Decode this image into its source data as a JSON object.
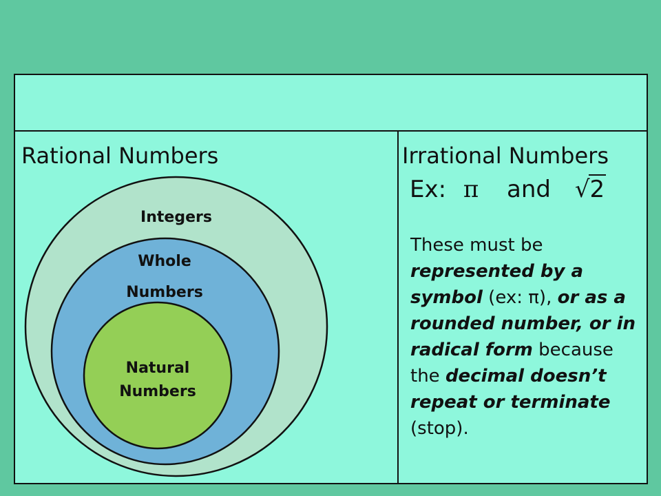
{
  "headings": {
    "rational": "Rational Numbers",
    "irrational": "Irrational Numbers"
  },
  "example": {
    "prefix": "Ex:",
    "pi": "π",
    "conjunction": "and",
    "root_symbol": "√",
    "root_value": "2"
  },
  "venn": {
    "outer": "Integers",
    "middle_line1": "Whole",
    "middle_line2": "Numbers",
    "inner_line1": "Natural",
    "inner_line2": "Numbers"
  },
  "description": {
    "p1": "These must be",
    "b1": "represented by a symbol",
    "p2": " (ex: ",
    "pi": "π",
    "p3": "), ",
    "b2": "or as a rounded number, or in radical form",
    "p4": " because the ",
    "b3": "decimal doesn’t repeat or terminate",
    "p5": " (stop)."
  },
  "colors": {
    "background": "#5fc8a0",
    "panel": "#8ef7dc",
    "integers": "#b1e3cb",
    "whole_numbers": "#6fb2d8",
    "natural_numbers": "#94cf56"
  }
}
